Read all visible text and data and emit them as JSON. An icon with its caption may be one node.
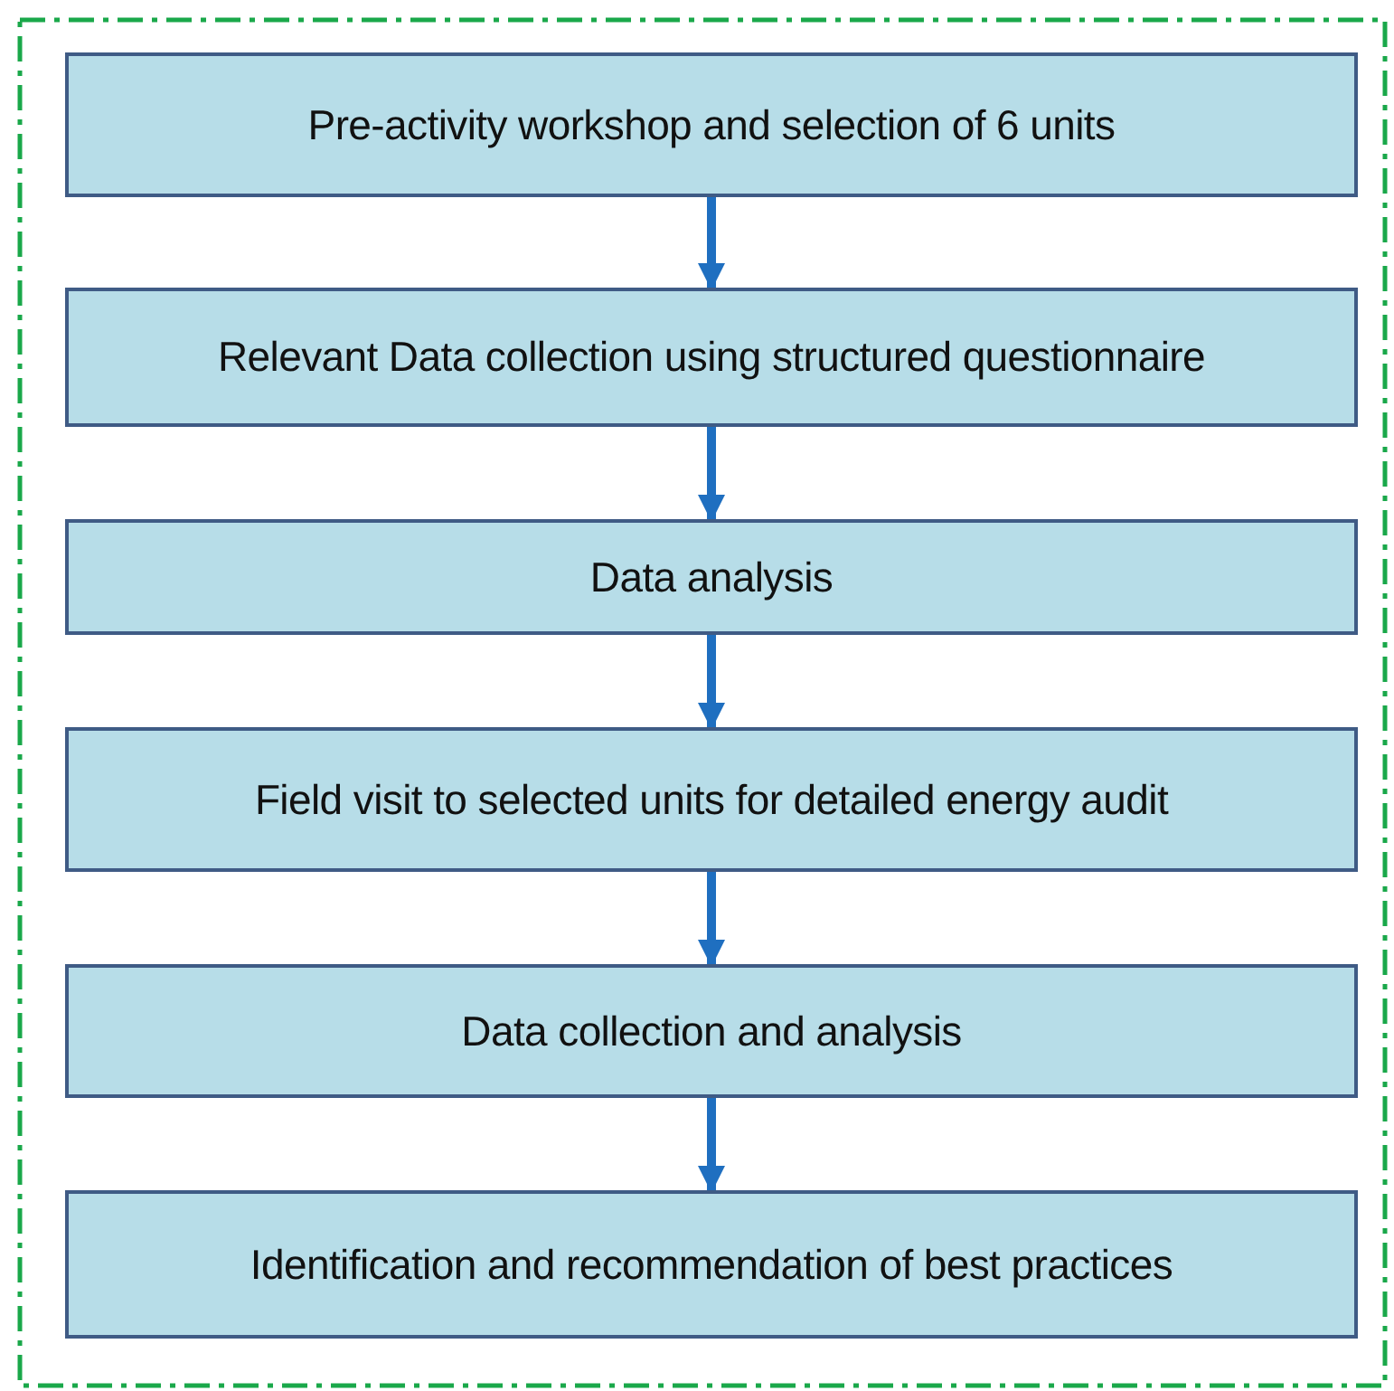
{
  "diagram": {
    "nodes": [
      {
        "text": [
          "Pre-activity workshop and selection of 6 units"
        ]
      },
      {
        "text": [
          "Relevant Data collection using structured questionnaire"
        ]
      },
      {
        "text": [
          "Data analysis"
        ]
      },
      {
        "text": [
          "Field visit to selected units for detailed energy audit"
        ]
      },
      {
        "text": [
          "Data collection and analysis"
        ]
      },
      {
        "text": [
          "Identification and recommendation of best practices"
        ]
      }
    ],
    "edges": [
      {
        "from": 0,
        "to": 1,
        "arrow": "to"
      },
      {
        "from": 1,
        "to": 2,
        "arrow": "to"
      },
      {
        "from": 2,
        "to": 3,
        "arrow": "to"
      },
      {
        "from": 3,
        "to": 4,
        "arrow": "to"
      },
      {
        "from": 4,
        "to": 5,
        "arrow": "to"
      }
    ]
  }
}
